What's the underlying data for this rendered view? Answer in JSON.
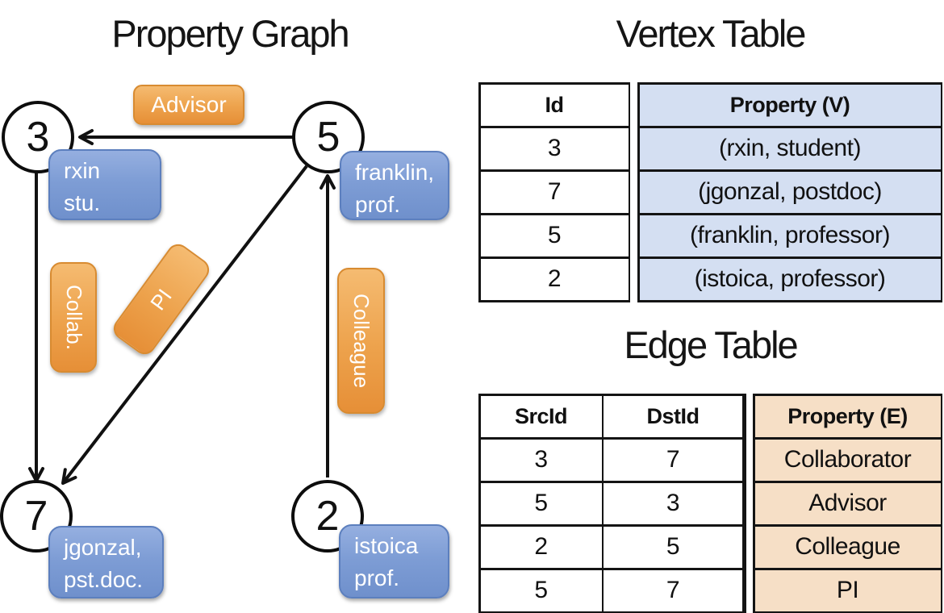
{
  "titles": {
    "graph": "Property Graph",
    "vertex_table": "Vertex Table",
    "edge_table": "Edge Table"
  },
  "graph": {
    "nodes": [
      {
        "id": "3",
        "prop_line1": "rxin",
        "prop_line2": "stu."
      },
      {
        "id": "5",
        "prop_line1": "franklin,",
        "prop_line2": "prof."
      },
      {
        "id": "7",
        "prop_line1": "jgonzal,",
        "prop_line2": "pst.doc."
      },
      {
        "id": "2",
        "prop_line1": "istoica",
        "prop_line2": "prof."
      }
    ],
    "edge_labels": {
      "advisor": "Advisor",
      "collab": "Collab.",
      "pi": "PI",
      "colleague": "Colleague"
    },
    "edges": [
      {
        "from": "5",
        "to": "3",
        "label": "Advisor"
      },
      {
        "from": "3",
        "to": "7",
        "label": "Collab."
      },
      {
        "from": "5",
        "to": "7",
        "label": "PI"
      },
      {
        "from": "2",
        "to": "5",
        "label": "Colleague"
      }
    ]
  },
  "vertex_table": {
    "headers": {
      "id": "Id",
      "property": "Property (V)"
    },
    "rows": [
      {
        "id": "3",
        "property": "(rxin, student)"
      },
      {
        "id": "7",
        "property": "(jgonzal, postdoc)"
      },
      {
        "id": "5",
        "property": "(franklin, professor)"
      },
      {
        "id": "2",
        "property": "(istoica, professor)"
      }
    ]
  },
  "edge_table": {
    "headers": {
      "src": "SrcId",
      "dst": "DstId",
      "property": "Property (E)"
    },
    "rows": [
      {
        "src": "3",
        "dst": "7",
        "property": "Collaborator"
      },
      {
        "src": "5",
        "dst": "3",
        "property": "Advisor"
      },
      {
        "src": "2",
        "dst": "5",
        "property": "Colleague"
      },
      {
        "src": "5",
        "dst": "7",
        "property": "PI"
      }
    ]
  },
  "colors": {
    "edge_pill_top": "#f5bb71",
    "edge_pill_bottom": "#e68f37",
    "vertex_box_top": "#95afe0",
    "vertex_box_bottom": "#6f90cc",
    "vertex_cell_bg": "#d4dff2",
    "edge_cell_bg": "#f6dfc6",
    "line": "#111111"
  }
}
